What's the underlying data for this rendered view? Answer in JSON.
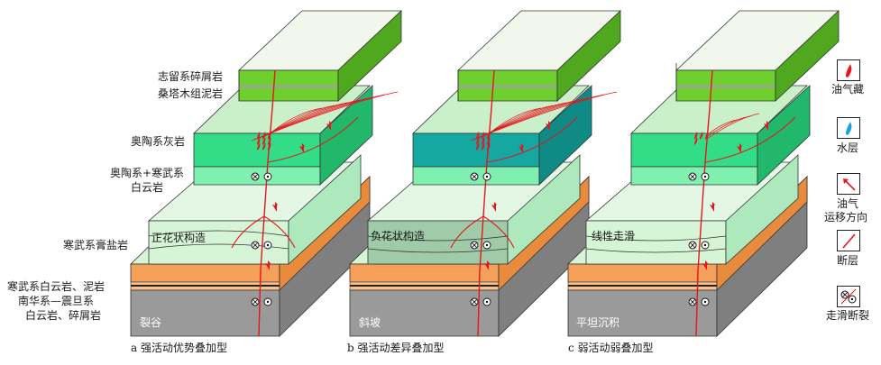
{
  "strata_labels": {
    "silurian": "志留系碎屑岩",
    "sangtamu": "桑塔木组泥岩",
    "ordo_limestone": "奥陶系灰岩",
    "ordo_cambrian_1": "奥陶系+寒武系",
    "ordo_cambrian_2": "白云岩",
    "cambrian_gypsum": "寒武系膏盐岩",
    "basement_1": "寒武系白云岩、泥岩",
    "basement_2": "南华系—震旦系",
    "basement_3": "白云岩、碎屑岩"
  },
  "structure_labels": {
    "a": "正花状构造",
    "b": "负花状构造",
    "c": "线性走滑"
  },
  "setting_labels": {
    "a": "裂谷",
    "b": "斜坡",
    "c": "平坦沉积"
  },
  "captions": {
    "a": "a 强活动优势叠加型",
    "b": "b 强活动差异叠加型",
    "c": "c 弱活动弱叠加型"
  },
  "legend": {
    "oil": "油气藏",
    "water": "水层",
    "migration_1": "油气",
    "migration_2": "运移方向",
    "fault": "断层",
    "strike_slip": "走滑断裂"
  },
  "colors": {
    "green_top": "#6fcf2e",
    "green_side": "#4fa81e",
    "limestone_a": "#33dd88",
    "limestone_b": "#15a8a0",
    "light_green": "#d6f5d6",
    "mid_green": "#aee8bd",
    "orange": "#f5a05a",
    "gray": "#9a9a9a",
    "fault_red": "#e8141e",
    "water_blue": "#1aa0e6"
  }
}
